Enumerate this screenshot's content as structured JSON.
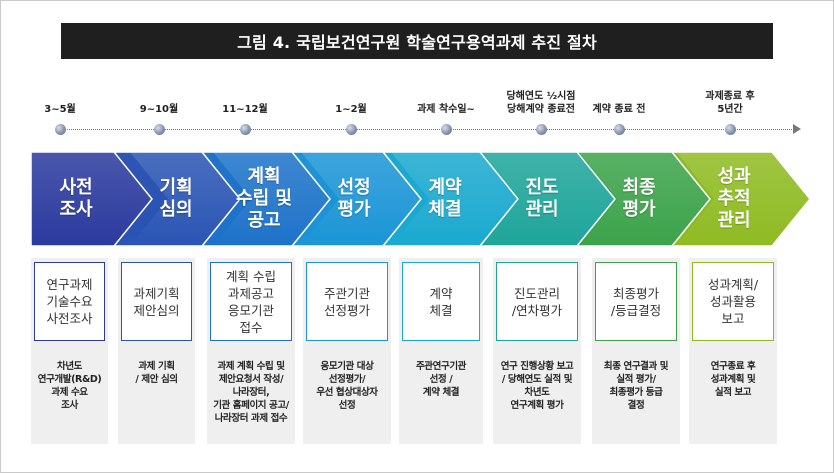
{
  "title": "그림 4. 국립보건연구원 학술연구용역과제 추진 절차",
  "timeline": [
    {
      "label": "3~5월"
    },
    {
      "label": "9~10월"
    },
    {
      "label": "11~12월"
    },
    {
      "label": "1~2월"
    },
    {
      "label": "과제 착수일~"
    },
    {
      "label": "당해연도 ½시점\n당해계약 종료전"
    },
    {
      "label": "계약 종료 전"
    },
    {
      "label": "과제종료 후\n5년간"
    }
  ],
  "stages": [
    {
      "name": "사전\n조사",
      "color": "#2b3a9e",
      "box": "연구과제\n기술수요\n사전조사",
      "desc": "차년도\n연구개발(R&D)\n과제 수요\n조사"
    },
    {
      "name": "기획\n심의",
      "color": "#2a55b4",
      "box": "과제기획\n제안심의",
      "desc": "과제 기획\n/ 제안 심의"
    },
    {
      "name": "계획\n수립 및\n공고",
      "color": "#1d73c9",
      "box": "계획 수립\n과제공고\n응모기관\n접수",
      "desc": "과제 계획 수립 및\n제안요청서 작성/\n나라장터,\n기관 홈페이지 공고/\n나라장터 과제 접수"
    },
    {
      "name": "선정\n평가",
      "color": "#1b95d6",
      "box": "주관기관\n선정평가",
      "desc": "응모기관 대상\n선정평가/\n우선 협상대상자\n선정"
    },
    {
      "name": "계약\n체결",
      "color": "#1aa9cf",
      "box": "계약\n체결",
      "desc": "주관연구기관\n선정 /\n계약 체결"
    },
    {
      "name": "진도\n관리",
      "color": "#1ea59a",
      "box": "진도관리\n/연차평가",
      "desc": "연구 진행상황 보고\n/ 당해연도 실적 및\n차년도\n연구계획 평가"
    },
    {
      "name": "최종\n평가",
      "color": "#3ca34a",
      "box": "최종평가\n/등급결정",
      "desc": "최종 연구결과 및\n실적 평가/\n최종평가 등급\n결정"
    },
    {
      "name": "성과\n추적\n관리",
      "color": "#8fbb22",
      "box": "성과계획/\n성과활용\n보고",
      "desc": "연구종료 후\n성과계획 및\n실적 보고"
    }
  ]
}
